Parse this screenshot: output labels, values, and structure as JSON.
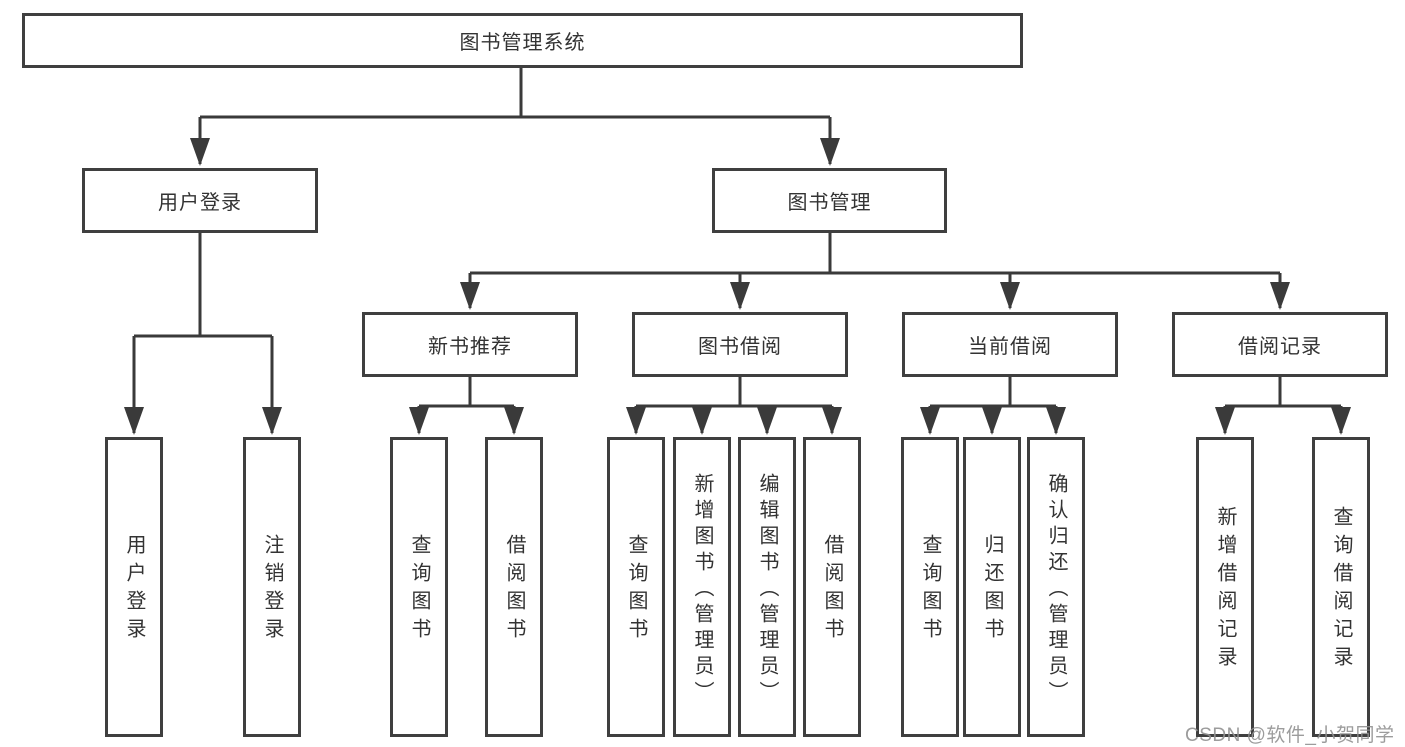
{
  "diagram": {
    "root": {
      "label": "图书管理系统"
    },
    "branches": [
      {
        "label": "用户登录",
        "children": [
          {
            "label": "用户登录"
          },
          {
            "label": "注销登录"
          }
        ]
      },
      {
        "label": "图书管理",
        "children": [
          {
            "label": "新书推荐",
            "children": [
              {
                "label": "查询图书"
              },
              {
                "label": "借阅图书"
              }
            ]
          },
          {
            "label": "图书借阅",
            "children": [
              {
                "label": "查询图书"
              },
              {
                "label": "新增图书（管理员）"
              },
              {
                "label": "编辑图书（管理员）"
              },
              {
                "label": "借阅图书"
              }
            ]
          },
          {
            "label": "当前借阅",
            "children": [
              {
                "label": "查询图书"
              },
              {
                "label": "归还图书"
              },
              {
                "label": "确认归还（管理员）"
              }
            ]
          },
          {
            "label": "借阅记录",
            "children": [
              {
                "label": "新增借阅记录"
              },
              {
                "label": "查询借阅记录"
              }
            ]
          }
        ]
      }
    ]
  },
  "watermark": {
    "text": "CSDN @软件_小贺同学"
  },
  "colors": {
    "line": "#3a3a3a",
    "box_border": "#3f3f3f",
    "text": "#333333",
    "watermark": "#919191",
    "background": "#ffffff"
  }
}
